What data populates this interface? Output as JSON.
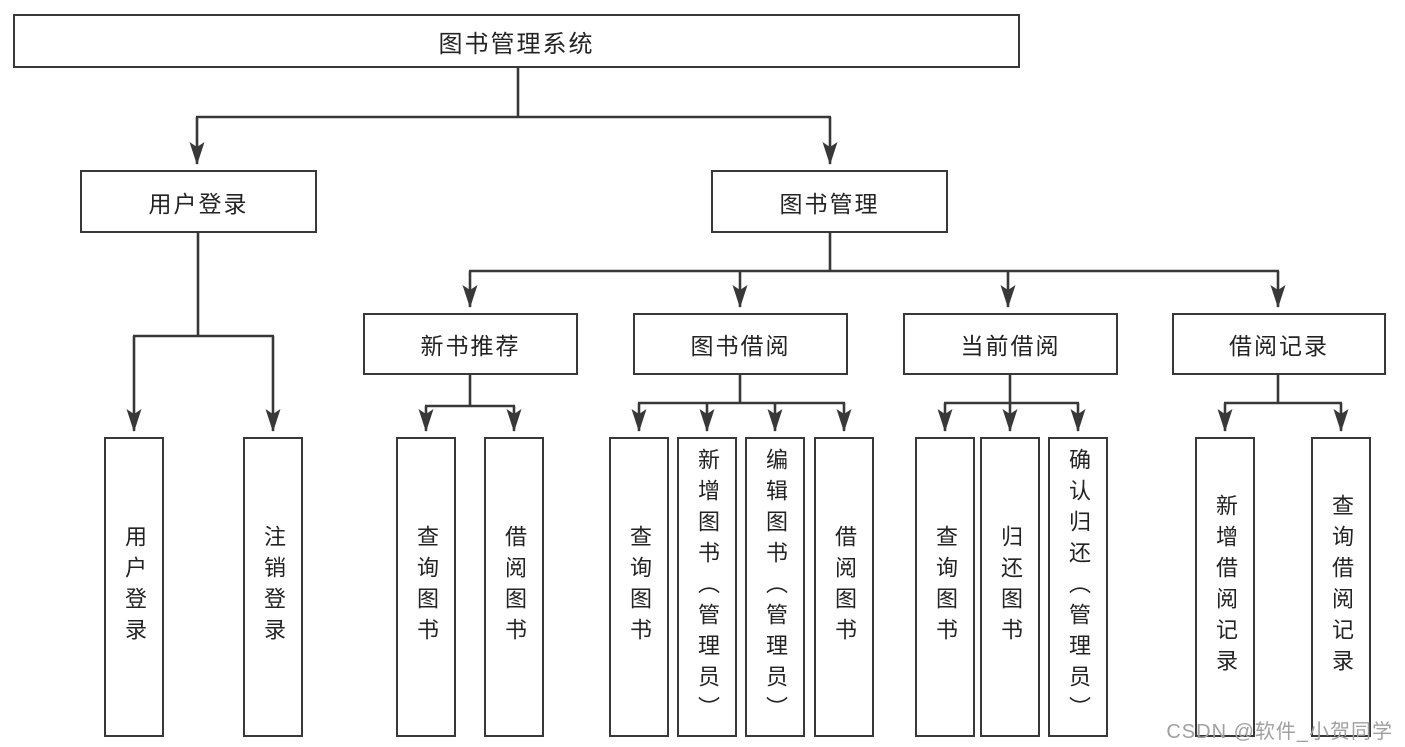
{
  "diagram": {
    "root": "图书管理系统",
    "level2": [
      {
        "label": "用户登录",
        "children": [
          "用户登录",
          "注销登录"
        ]
      },
      {
        "label": "图书管理",
        "groups": [
          {
            "label": "新书推荐",
            "children": [
              "查询图书",
              "借阅图书"
            ]
          },
          {
            "label": "图书借阅",
            "children": [
              "查询图书",
              "新增图书（管理员）",
              "编辑图书（管理员）",
              "借阅图书"
            ]
          },
          {
            "label": "当前借阅",
            "children": [
              "查询图书",
              "归还图书",
              "确认归还（管理员）"
            ]
          },
          {
            "label": "借阅记录",
            "children": [
              "新增借阅记录",
              "查询借阅记录"
            ]
          }
        ]
      }
    ]
  },
  "watermark": "CSDN @软件_小贺同学",
  "colors": {
    "line": "#383838",
    "text": "#232323",
    "watermark": "#a0a0a0",
    "background": "#ffffff"
  }
}
